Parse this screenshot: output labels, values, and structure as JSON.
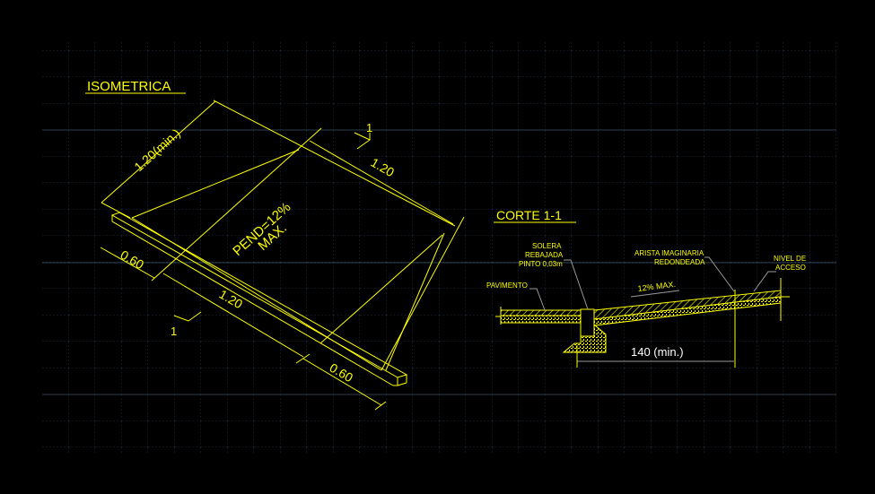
{
  "drawing": {
    "isometric": {
      "title": "ISOMETRICA",
      "dim_width_min": "1.20(min.)",
      "dim_length_right": "1.20",
      "dim_length_bottom": "1.20",
      "dim_side_left": "0.60",
      "dim_side_right": "0.60",
      "slope_text_1": "PEND=12%",
      "slope_text_2": "MAX.",
      "slope_mark_top": "1",
      "slope_mark_bottom": "1"
    },
    "section": {
      "title": "CORTE 1-1",
      "label_solera_1": "SOLERA",
      "label_solera_2": "REBAJADA",
      "label_solera_3": "PINTO 0,03m",
      "label_arista_1": "ARISTA IMAGINARIA",
      "label_arista_2": "REDONDEADA",
      "label_nivel_1": "NIVEL DE",
      "label_nivel_2": "ACCESO",
      "label_pavimento": "PAVIMENTO",
      "slope": "12% MAX.",
      "dim_length": "140 (min.)"
    }
  },
  "colors": {
    "background": "#000000",
    "lines": "#ffff00",
    "grid": "#2a3a4a",
    "leaders": "#9a9a9a"
  }
}
